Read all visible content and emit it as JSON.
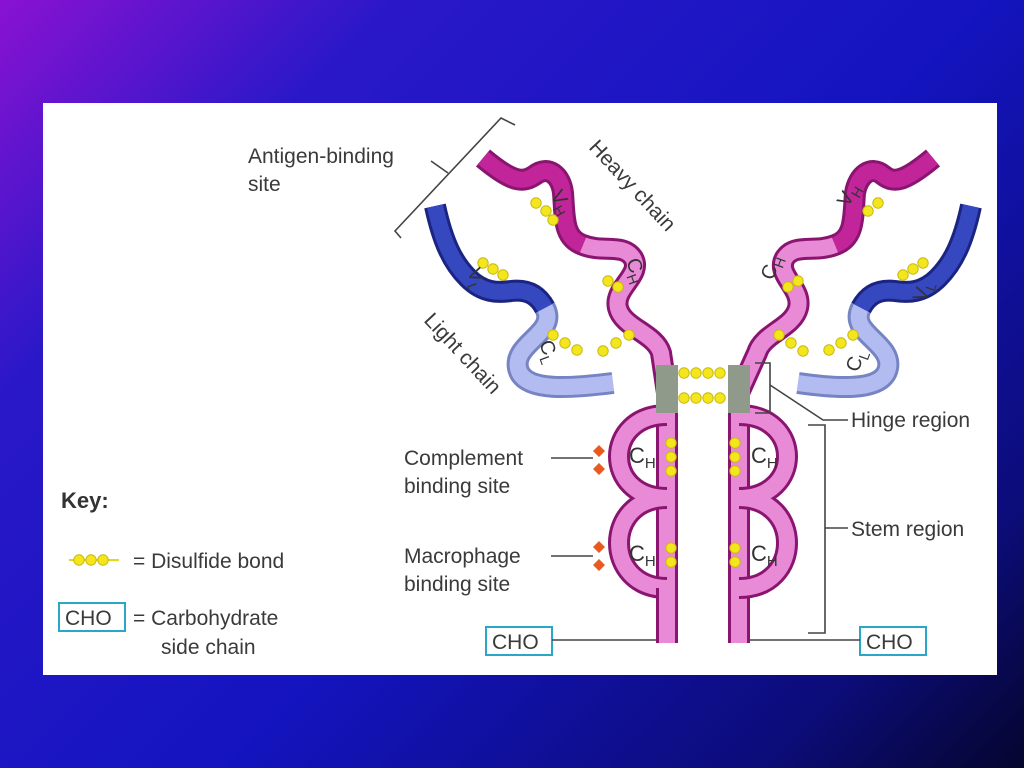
{
  "labels": {
    "antigen_binding_line1": "Antigen-binding",
    "antigen_binding_line2": "site",
    "heavy_chain": "Heavy chain",
    "light_chain": "Light chain",
    "hinge_region": "Hinge region",
    "stem_region": "Stem region",
    "complement_line1": "Complement",
    "complement_line2": "binding site",
    "macrophage_line1": "Macrophage",
    "macrophage_line2": "binding site",
    "cho": "CHO"
  },
  "domains": {
    "heavy_variable": {
      "main": "V",
      "sub": "H"
    },
    "heavy_constant": {
      "main": "C",
      "sub": "H"
    },
    "light_variable": {
      "main": "V",
      "sub": "L"
    },
    "light_constant": {
      "main": "C",
      "sub": "L"
    }
  },
  "key": {
    "title": "Key:",
    "disulfide": "= Disulfide bond",
    "cho_box": "CHO",
    "carbohydrate_line1": "= Carbohydrate",
    "carbohydrate_line2": "side chain"
  },
  "colors": {
    "heavy_chain": "#c2249a",
    "heavy_chain_light": "#e98ad6",
    "light_chain": "#2b3aa8",
    "light_chain_light": "#9aa6e6",
    "disulfide": "#f3e61c",
    "hinge": "#8f9a8a",
    "cho_box": "#2aa6c8",
    "background_top": "#8a12d2",
    "background_bottom": "#05052e"
  }
}
